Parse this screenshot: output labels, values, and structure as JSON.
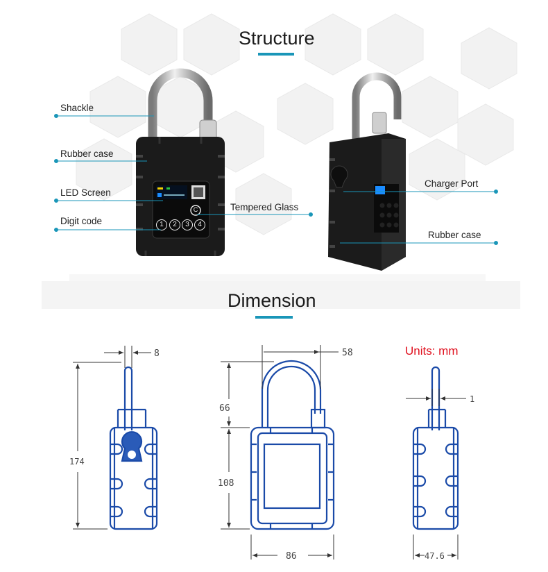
{
  "structure": {
    "title": "Structure",
    "callouts_left": [
      "Shackle",
      "Rubber case",
      "LED Screen",
      "Digit code"
    ],
    "callout_middle": "Tempered Glass",
    "callouts_right": [
      "Charger Port",
      "Rubber case"
    ],
    "keypad_digits": [
      "1",
      "2",
      "3",
      "4"
    ],
    "screen_key": "C"
  },
  "dimension": {
    "title": "Dimension",
    "units": "Units: mm",
    "side_view": {
      "shackle_width": "8",
      "total_height": "174"
    },
    "front_view": {
      "shackle_span": "58",
      "shackle_height": "66",
      "body_height": "108",
      "body_width": "86"
    },
    "thin_view": {
      "shackle_width": "1",
      "body_width": "47.6"
    }
  },
  "colors": {
    "accent": "#1a96b8",
    "drawing": "#1a4aa8",
    "units": "#e0101e",
    "lock_body": "#1b1b1b"
  }
}
